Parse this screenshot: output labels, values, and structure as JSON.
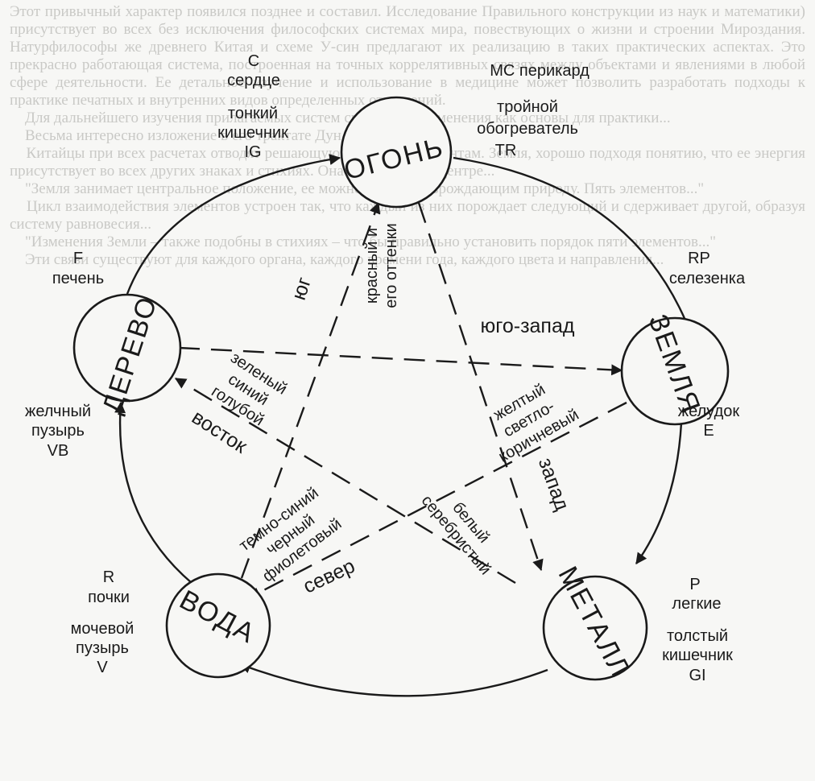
{
  "background_text": "Этот привычный характер появился позднее и составил. Исследование Правильного конструкции из наук и математики) присутствует во всех без исключения философских системах мира, повествующих о жизни и строении Мироздания. Натурфилософы же древнего Китая и схеме У-син предлагают их реализацию в таких практических аспектах. Это прекрасно работающая система, построенная на точных коррелятивных связях между объектами и явлениями в любой сфере деятельности. Ее детальное изучение и использование в медицине может позволить разработать подходы к практике печатных и внутренних видов определенных отношений.\n    Для дальнейшего изучения прилагаемых систем связи и ее применения как основы для практики...\n    Весьма интересно изложение в его трактате Дун Чжун-шу.\n    Китайцы при всех расчетах отводят решающую роль пяти элементам. Земля, хорошо подходя понятию, что ее энергия присутствует во всех других знаках и стихиях. Она может быть в центре...\n    \"Земля занимает центральное положение, ее можно назвать возрождающим природу. Пять элементов...\"\n    Цикл взаимодействия элементов устроен так, что каждый из них порождает следующий и сдерживает другой, образуя систему равновесия...\n    \"Изменения Земли – также подобны в стихиях – что бы правильно установить порядок пяти элементов...\"\n    Эти связи существуют для каждого органа, каждого времени года, каждого цвета и направления...",
  "nodes": {
    "fire": {
      "name": "ОГОНЬ",
      "code_top": "C",
      "organ_top": "сердце",
      "organ_mid": [
        "тонкий",
        "кишечник"
      ],
      "code_mid": "IG",
      "organ_right": "МС перикард",
      "organ_right2": [
        "тройной",
        "обогреватель"
      ],
      "code_right": "TR"
    },
    "wood": {
      "name": "ДЕРЕВО",
      "code_top": "F",
      "organ_top": "печень",
      "organ_bottom": [
        "желчный",
        "пузырь"
      ],
      "code_bottom": "VB"
    },
    "earth": {
      "name": "ЗЕМЛЯ",
      "code_top": "RP",
      "organ_top": "селезенка",
      "organ_bottom": "желудок",
      "code_bottom": "E"
    },
    "water": {
      "name": "ВОДА",
      "code_top": "R",
      "organ_top": "почки",
      "organ_bottom": [
        "мочевой",
        "пузырь"
      ],
      "code_bottom": "V"
    },
    "metal": {
      "name": "МЕТАЛЛ",
      "code_top": "P",
      "organ_top": "легкие",
      "organ_bottom": [
        "толстый",
        "кишечник"
      ],
      "code_bottom": "GI"
    }
  },
  "directions": {
    "south": "юг",
    "southwest": "юго-запад",
    "east": "восток",
    "west": "запад",
    "north": "север"
  },
  "colors": {
    "fire": [
      "красный и",
      "его оттенки"
    ],
    "wood": [
      "зеленый",
      "синий",
      "голубой"
    ],
    "earth": [
      "желтый",
      "светло-",
      "коричневый"
    ],
    "metal": [
      "белый",
      "серебристый"
    ],
    "water": [
      "темно-синий",
      "черный",
      "фиолетовый"
    ]
  },
  "style": {
    "ink": "#1a1a1a",
    "paper": "#f7f7f5",
    "bg_text": "#c9c9c6"
  }
}
